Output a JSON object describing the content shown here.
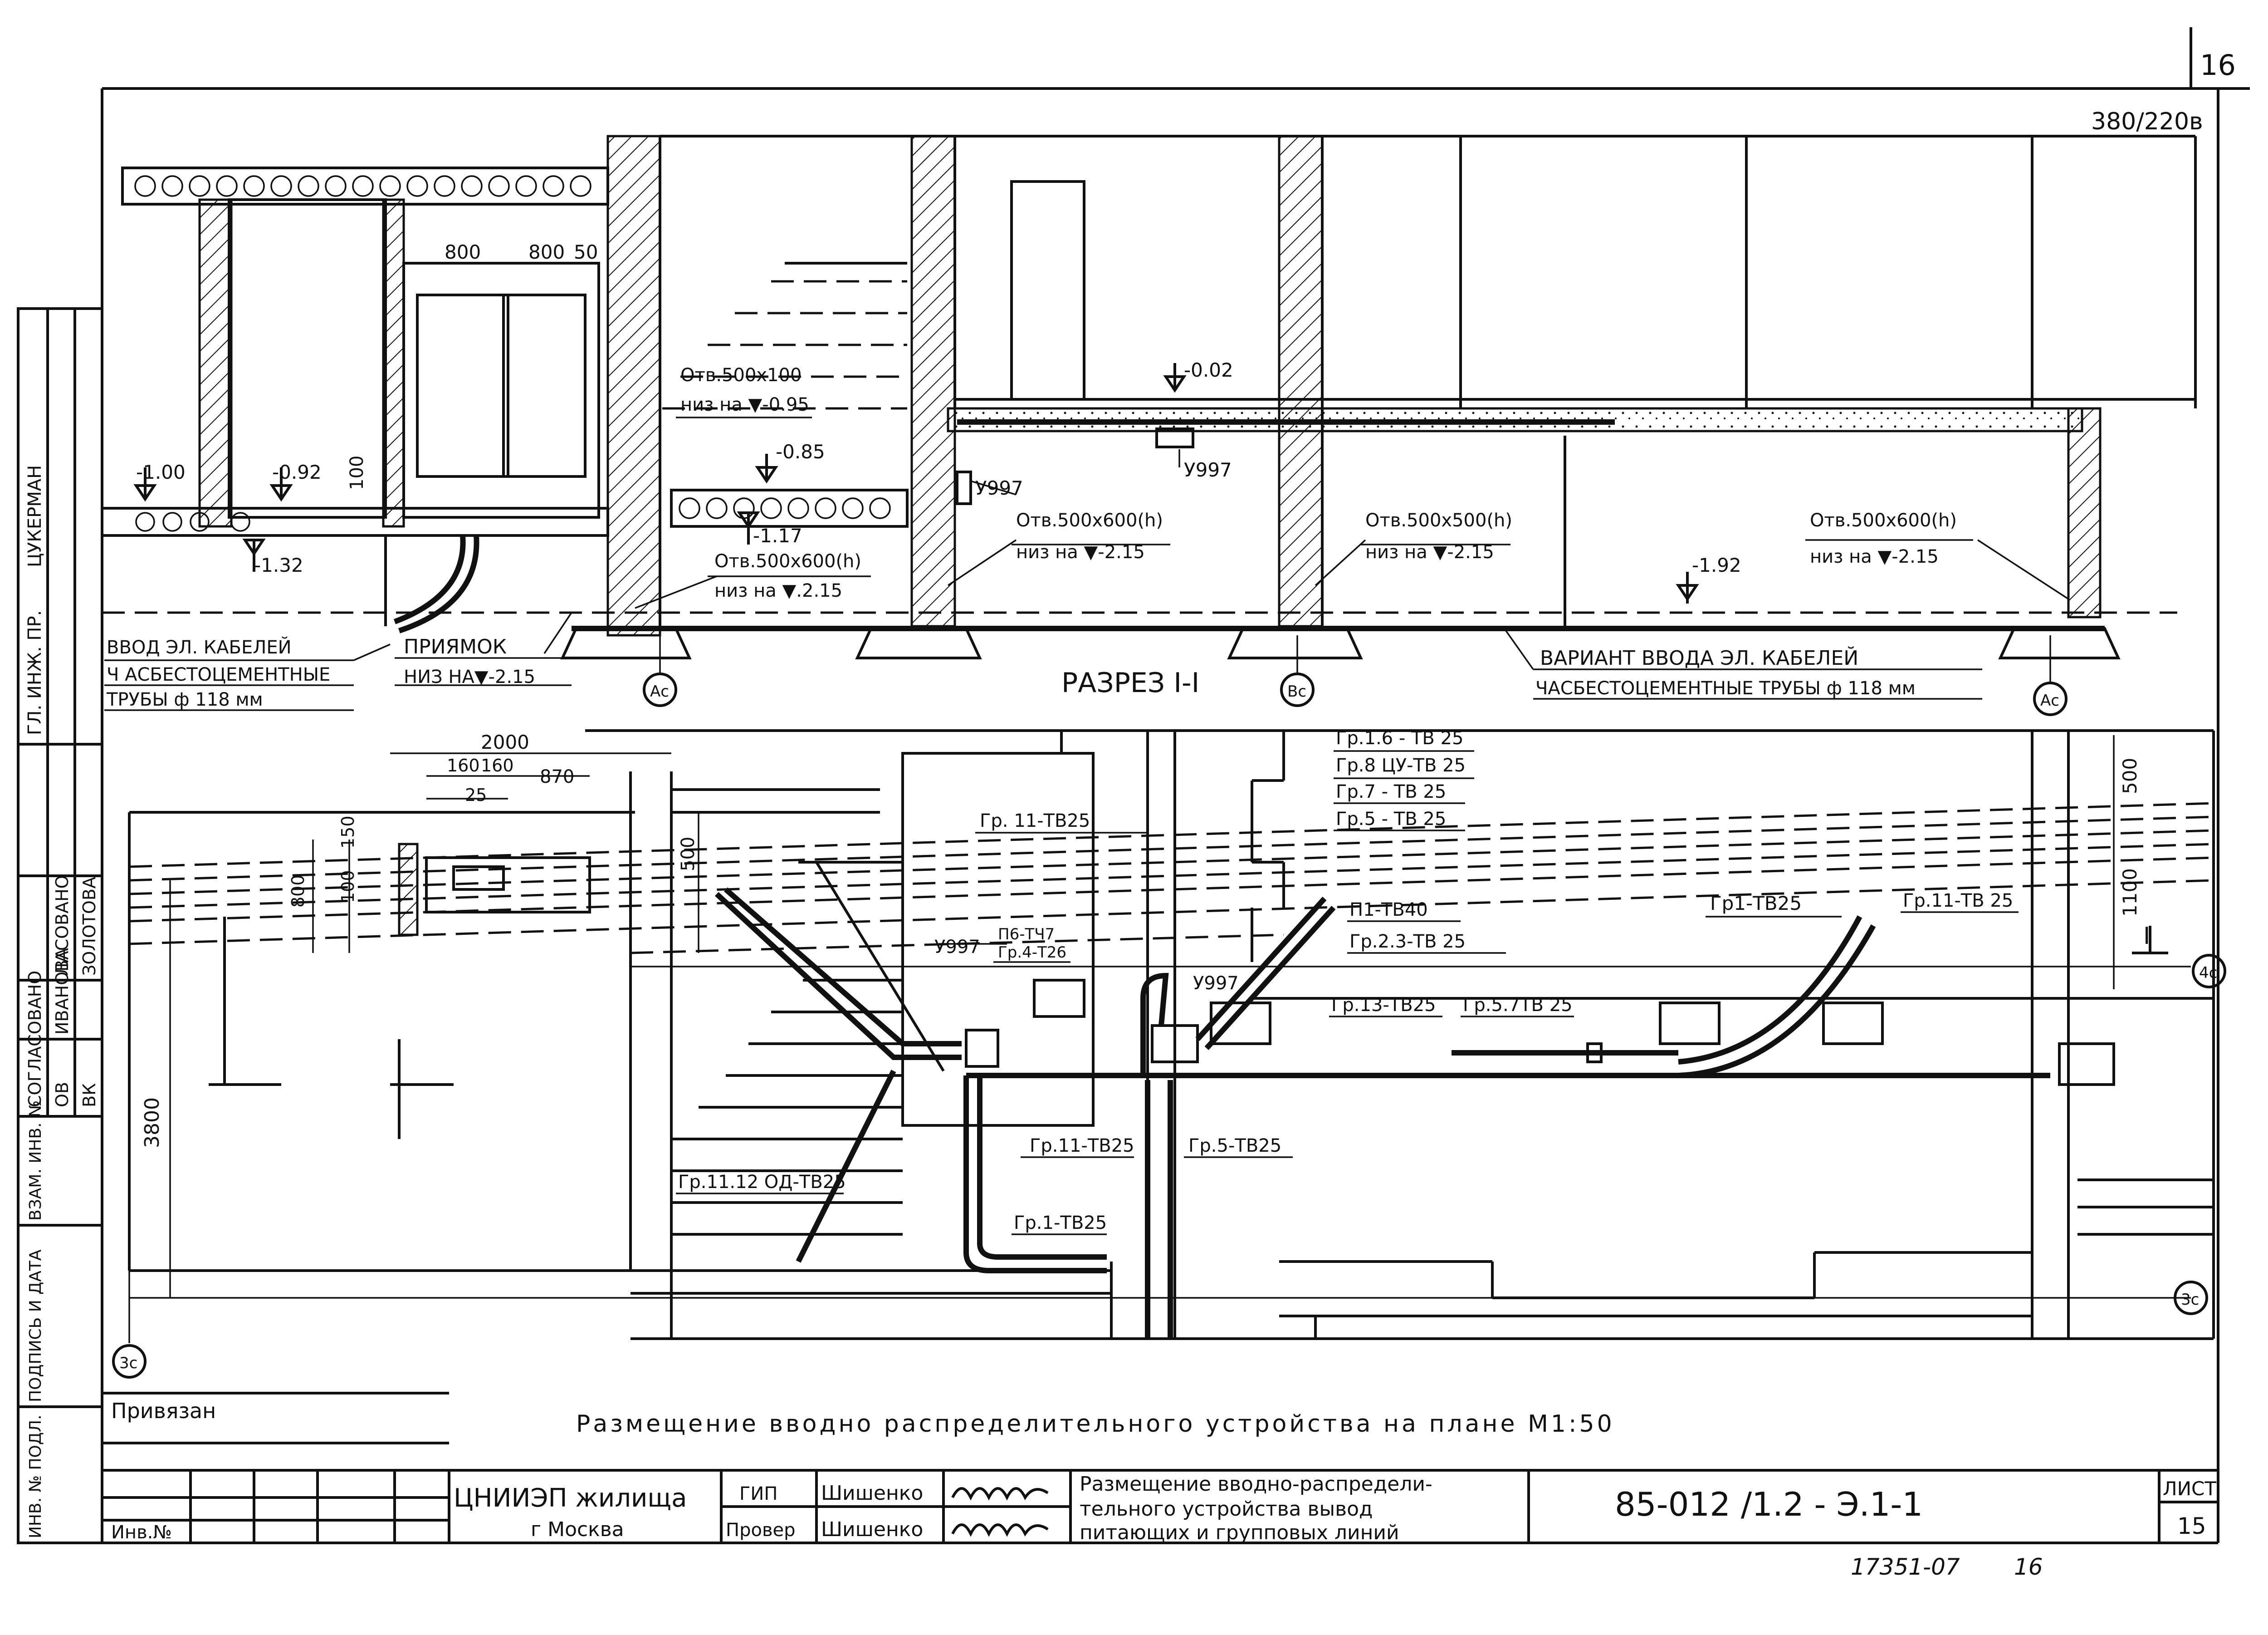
{
  "sheet": {
    "corner_number": "16",
    "order_code": "380/220в",
    "footer_number": "17351-07",
    "footer_page": "16"
  },
  "side_stamp": {
    "roles": [
      "ГЛ. ИНЖ. ПР.",
      "СОГЛАСОВАНО",
      "ОВ",
      "ВК"
    ],
    "names": [
      "ЦУКЕРМАН",
      "ЛАСОВАНО",
      "ИВАНОВА",
      "ЗОЛОТОВА"
    ],
    "fields": [
      "ВЗАМ. ИНВ. №",
      "ПОДПИСЬ И ДАТА",
      "ИНВ. № ПОДЛ."
    ]
  },
  "section": {
    "title": "РАЗРЕЗ I-I",
    "elevations": [
      "-1.00",
      "-0.92",
      "-1.32",
      "-0.85",
      "-1.17",
      "-0.02",
      "-1.92"
    ],
    "dims": [
      "800",
      "800",
      "50",
      "100"
    ],
    "openings": [
      {
        "line1": "Отв.500x100",
        "line2": "низ на ▼-0.95"
      },
      {
        "line1": "Отв.500x600(h)",
        "line2": "низ на ▼.2.15"
      },
      {
        "line1": "Отв.500x600(h)",
        "line2": "низ на ▼-2.15"
      },
      {
        "line1": "Отв.500x500(h)",
        "line2": "низ на ▼-2.15"
      },
      {
        "line1": "Отв.500x600(h)",
        "line2": "низ на ▼-2.15"
      }
    ],
    "u997": "У997",
    "pit": {
      "line1": "ПРИЯМОК",
      "line2": "НИЗ НА▼-2.15"
    },
    "cable_entry": {
      "line1": "ВВОД ЭЛ. КАБЕЛЕЙ",
      "line2": "Ч АСБЕСТОЦЕМЕНТНЫЕ",
      "line3": "ТРУБЫ ф 118 мм"
    },
    "variant": {
      "line1": "ВАРИАНТ ВВОДА ЭЛ. КАБЕЛЕЙ",
      "line2": "ЧАСБЕСТОЦЕМЕНТНЫЕ ТРУБЫ ф 118 мм"
    },
    "axes": [
      "Ас",
      "Вс",
      "Ас"
    ]
  },
  "plan": {
    "title": "Размещение вводно распределительного устройства на плане М1:50",
    "dims": [
      "2000",
      "160",
      "160",
      "870",
      "25",
      "150",
      "800",
      "100",
      "500",
      "3800",
      "500",
      "1100"
    ],
    "groups": [
      "Гр.1.6 - ТВ 25",
      "Гр.8 ЦУ-ТВ 25",
      "Гр.7 - ТВ 25",
      "Гр.5 - ТВ 25",
      "Гр. 11-ТВ25",
      "П1-ТВ40",
      "Гр.2.3-ТВ 25",
      "Гр1-ТВ25",
      "Гр.11-ТВ 25",
      "Гр.13-ТВ25",
      "Гр.5.7ТВ 25",
      "Гр.11-ТВ25",
      "Гр.5-ТВ25",
      "Гр.11.12 ОД-ТВ25",
      "Гр.1-ТВ25",
      "П6-ТЧ7",
      "Гр.4-Т26"
    ],
    "u997": "У997",
    "axes": [
      "4с",
      "3с",
      "3с"
    ],
    "section_mark": "I"
  },
  "title_block": {
    "attached": "Привязан",
    "inv_no": "Инв.№",
    "org_line1": "ЦНИИЭП жилища",
    "org_line2": "г Москва",
    "gip_role": "ГИП",
    "gip_name": "Шишенко",
    "check_role": "Провер",
    "check_name": "Шишенко",
    "desc_line1": "Размещение вводно-распредели-",
    "desc_line2": "тельного устройства вывод",
    "desc_line3": "питающих и групповых линий",
    "doc_code": "85-012 /1.2 - Э.1-1",
    "sheet_label": "ЛИСТ",
    "sheet_no": "15"
  }
}
